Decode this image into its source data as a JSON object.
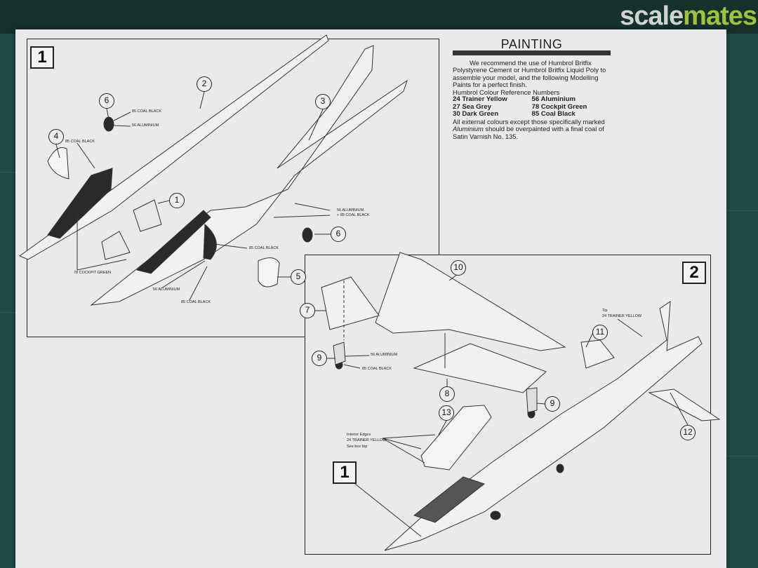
{
  "watermark": {
    "part1": "scale",
    "part2": "mates"
  },
  "painting": {
    "title": "PAINTING",
    "intro": "We recommend the use of Humbrol Britfix Polystyrene Cement or Humbrol Britfix Liquid Poly to assemble your model, and the following Modelling Paints for a perfect finish.",
    "ref_heading": "Humbrol Colour Reference Numbers",
    "colours": [
      "24 Trainer Yellow",
      "56 Aluminium",
      "27 Sea Grey",
      "78 Cockpit Green",
      "30 Dark Green",
      "85 Coal Black"
    ],
    "note_pre": "All external colours except those specifically marked",
    "note_italic": "Aluminium",
    "note_post": "should be overpainted with a final coal of Satin Varnish No. 135."
  },
  "step1": {
    "number": "1",
    "callouts": [
      "6",
      "2",
      "3",
      "4",
      "1",
      "6",
      "5"
    ],
    "labels": [
      "85 Coal Black",
      "56 Aluminium",
      "85 Coal Black",
      "56 Aluminium",
      "+ 85 Coal Black",
      "85 Coal Black",
      "78 Cockpit Green",
      "56 Aluminium",
      "85 Coal Black"
    ]
  },
  "step2": {
    "number": "2",
    "ref_step": "1",
    "callouts": [
      "10",
      "7",
      "11",
      "9",
      "8",
      "9",
      "13",
      "12"
    ],
    "labels": [
      "Tip",
      "24 Trainer Yellow",
      "56 Aluminium",
      "85 Coal Black",
      "Interior Edges",
      "24 Trainer Yellow",
      "See box top"
    ]
  }
}
